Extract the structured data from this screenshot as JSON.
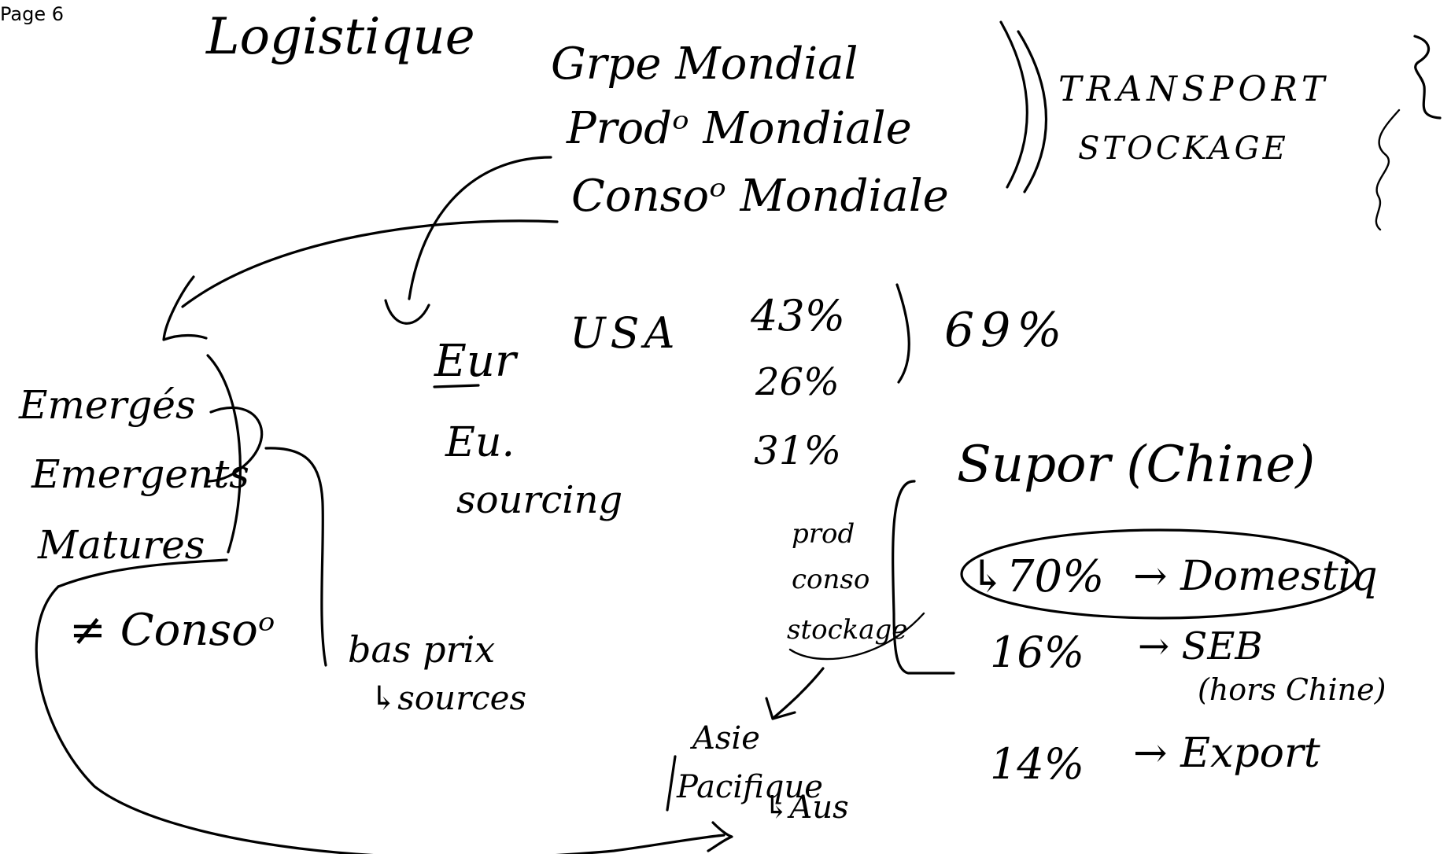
{
  "page_label": "Page 6",
  "title": "Logistique",
  "world_lines": [
    "Grpe Mondial",
    "Prodᵒ Mondiale",
    "Consoᵒ Mondiale"
  ],
  "transport_block": {
    "transport": "TRANSPORT",
    "stockage": "STOCKAGE"
  },
  "left_column": {
    "items": [
      "Emergés",
      "Emergents",
      "Matures"
    ],
    "consumption": "≠ Consoᵒ"
  },
  "left_note": {
    "line1": "bas prix",
    "line2": "↳sources"
  },
  "regions": {
    "eur": "Eur",
    "usa": "USA",
    "eu": "Eu.",
    "sourcing": "sourcing",
    "pct_usa": "43%",
    "pct_eu": "26%",
    "pct_sourcing": "31%",
    "total": "69%"
  },
  "supor": {
    "title": "Supor (Chine)",
    "side_note": [
      "prod",
      "conso",
      "stockage"
    ],
    "breakdown": [
      {
        "pct": "↳70%",
        "dest": "→ Domestiq",
        "sub": ""
      },
      {
        "pct": "16%",
        "dest": "→ SEB",
        "sub": "(hors Chine)"
      },
      {
        "pct": "14%",
        "dest": "→ Export",
        "sub": ""
      }
    ]
  },
  "asia": {
    "line1": "Asie",
    "line2": "Pacifique",
    "line3": "↳Aus"
  }
}
